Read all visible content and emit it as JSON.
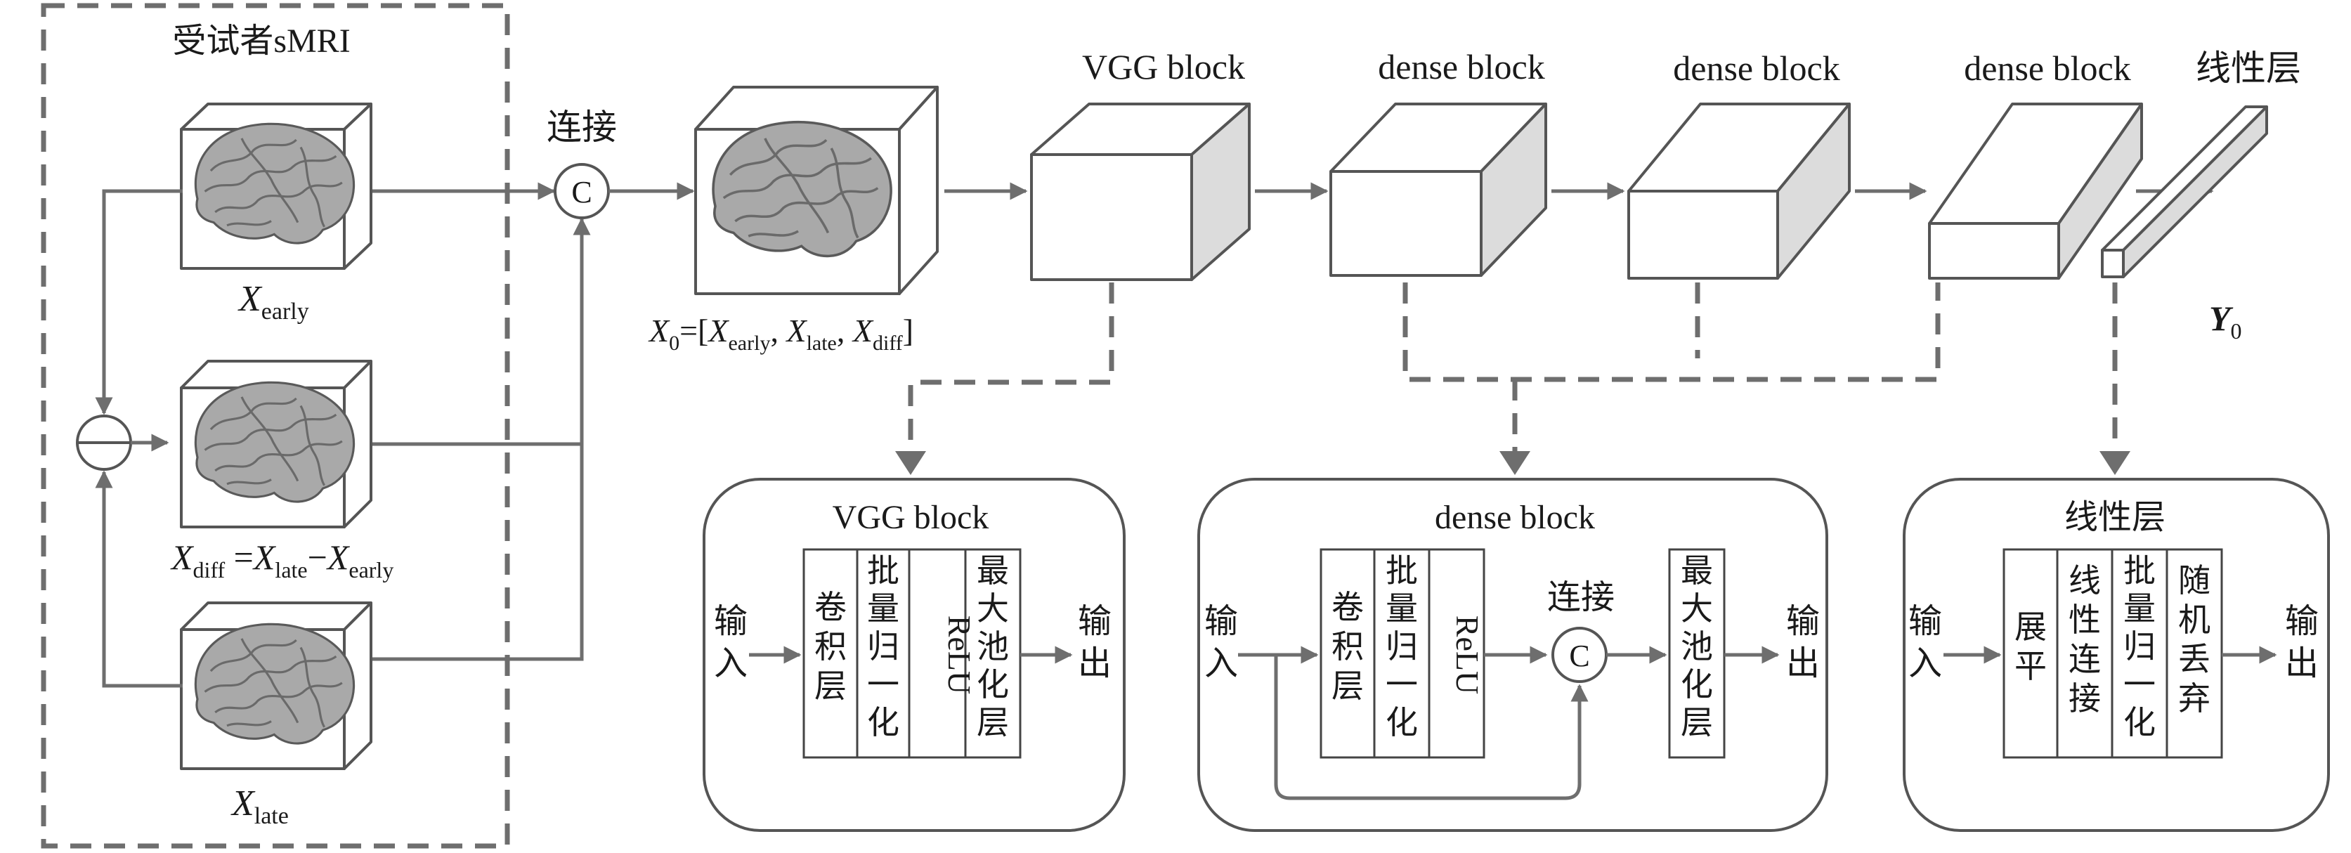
{
  "input_group": {
    "title": "受试者sMRI",
    "x_early": {
      "sym": "X",
      "sub": "early"
    },
    "x_late": {
      "sym": "X",
      "sub": "late"
    },
    "x_diff": {
      "sym": "X",
      "sub": "diff",
      "eq": " =",
      "rhs1": "X",
      "rhs1_sub": "late",
      "minus": "−",
      "rhs2": "X",
      "rhs2_sub": "early"
    }
  },
  "concat_top": {
    "label": "连接",
    "symbol": "C"
  },
  "combined": {
    "text": "X0=[Xearly, Xlate, Xdiff]",
    "x": "X",
    "x_sub": "0",
    "eq": "=[",
    "a": "X",
    "a_sub": "early",
    "sep1": ", ",
    "b": "X",
    "b_sub": "late",
    "sep2": ", ",
    "c": "X",
    "c_sub": "diff",
    "close": "]"
  },
  "pipeline": {
    "vgg": "VGG block",
    "dense1": "dense block",
    "dense2": "dense block",
    "dense3": "dense block",
    "linear": "线性层",
    "output": {
      "sym": "Y",
      "sub": "0"
    }
  },
  "vgg_detail": {
    "title": "VGG block",
    "input": [
      "输",
      "入"
    ],
    "output": [
      "输",
      "出"
    ],
    "cells": [
      {
        "chars": [
          "卷",
          "积",
          "层"
        ]
      },
      {
        "chars": [
          "批",
          "量",
          "归",
          "一",
          "化"
        ]
      },
      {
        "rot": "ReLU"
      },
      {
        "chars": [
          "最",
          "大",
          "池",
          "化",
          "层"
        ]
      }
    ]
  },
  "dense_detail": {
    "title": "dense block",
    "input": [
      "输",
      "入"
    ],
    "output": [
      "输",
      "出"
    ],
    "concat_label": "连接",
    "concat_symbol": "C",
    "cells": [
      {
        "chars": [
          "卷",
          "积",
          "层"
        ]
      },
      {
        "chars": [
          "批",
          "量",
          "归",
          "一",
          "化"
        ]
      },
      {
        "rot": "ReLU"
      }
    ],
    "after": {
      "chars": [
        "最",
        "大",
        "池",
        "化",
        "层"
      ]
    }
  },
  "linear_detail": {
    "title": "线性层",
    "input": [
      "输",
      "入"
    ],
    "output": [
      "输",
      "出"
    ],
    "cells": [
      {
        "chars": [
          "展",
          "平"
        ]
      },
      {
        "chars": [
          "线",
          "性",
          "连",
          "接"
        ]
      },
      {
        "chars": [
          "批",
          "量",
          "归",
          "一",
          "化"
        ]
      },
      {
        "chars": [
          "随",
          "机",
          "丢",
          "弃"
        ]
      }
    ]
  }
}
